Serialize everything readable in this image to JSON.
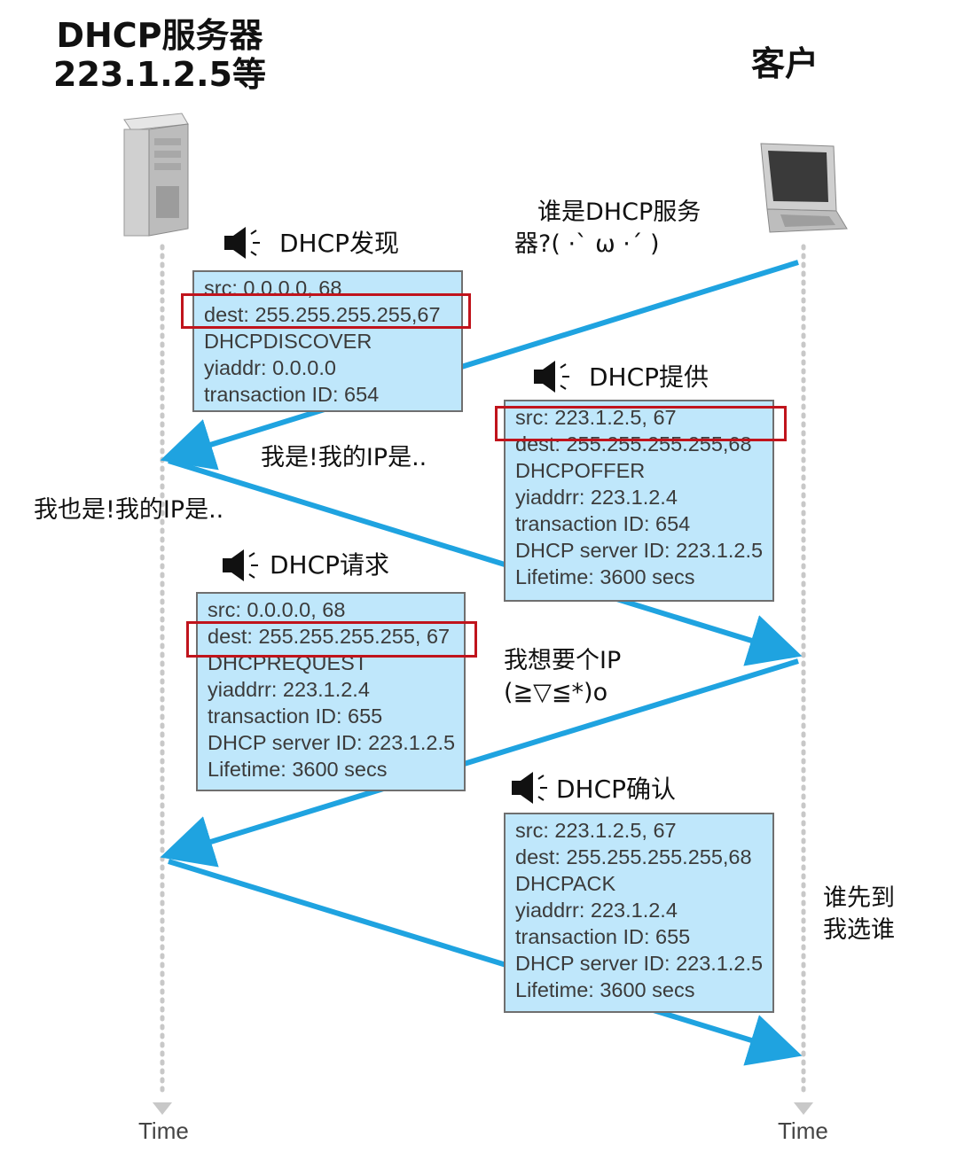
{
  "server": {
    "title_line1": "DHCP服务器",
    "title_line2": "223.1.2.5等",
    "icon": "server-tower-icon"
  },
  "client": {
    "title": "客户",
    "icon": "laptop-icon"
  },
  "timeline": {
    "server_time_label": "Time",
    "client_time_label": "Time"
  },
  "messages": [
    {
      "label": "DHCP发现",
      "icon": "speaker-icon",
      "lines": [
        "src: 0.0.0.0, 68",
        "dest: 255.255.255.255,67",
        "DHCPDISCOVER",
        "yiaddr: 0.0.0.0",
        "transaction ID: 654"
      ],
      "highlight_line": 1
    },
    {
      "label": "DHCP提供",
      "icon": "speaker-icon",
      "lines": [
        "src: 223.1.2.5, 67",
        "dest: 255.255.255.255,68",
        "DHCPOFFER",
        "yiaddrr: 223.1.2.4",
        "transaction ID: 654",
        "DHCP server ID: 223.1.2.5",
        "Lifetime: 3600 secs"
      ],
      "highlight_line": 0
    },
    {
      "label": "DHCP请求",
      "icon": "speaker-icon",
      "lines": [
        "src: 0.0.0.0, 68",
        "dest: 255.255.255.255, 67",
        "DHCPREQUEST",
        "yiaddrr: 223.1.2.4",
        "transaction ID: 655",
        "DHCP server ID: 223.1.2.5",
        "Lifetime: 3600 secs"
      ],
      "highlight_line": 1
    },
    {
      "label": "DHCP确认",
      "icon": "speaker-icon",
      "lines": [
        "src: 223.1.2.5, 67",
        "dest: 255.255.255.255,68",
        "DHCPACK",
        "yiaddrr: 223.1.2.4",
        "transaction ID: 655",
        "DHCP server ID: 223.1.2.5",
        "Lifetime: 3600 secs"
      ],
      "highlight_line": null
    }
  ],
  "annotations": {
    "who_is_server_line1": "谁是DHCP服务",
    "who_is_server_line2": "器?( ·` ω ·´ )",
    "me_my_ip": "我是!我的IP是..",
    "me_too": "我也是!我的IP是..",
    "want_ip_line1": "我想要个IP",
    "want_ip_line2": "(≧▽≦*)o",
    "first_wins_line1": "谁先到",
    "first_wins_line2": "我选谁"
  },
  "colors": {
    "arrow": "#1fa3e0",
    "box_fill": "#bfe7fb",
    "highlight": "#c0141c",
    "timeline": "#c8c8c8"
  }
}
